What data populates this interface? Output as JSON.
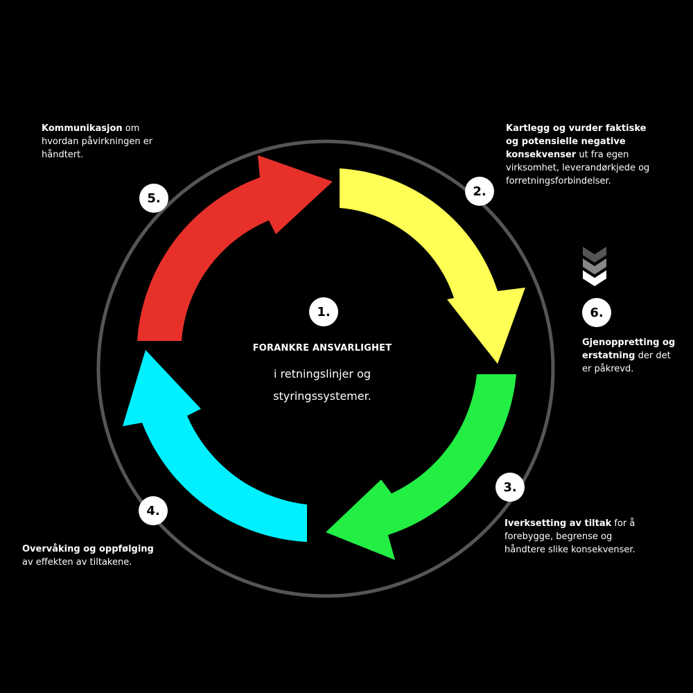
{
  "colors": {
    "background": "#000000",
    "ring": "#555555",
    "step2": "#ffff55",
    "step3": "#22ee44",
    "step4": "#00f0ff",
    "step5": "#e8302a",
    "badge": "#ffffff"
  },
  "center": {
    "number": "1.",
    "title": "FORANKRE ANSVARLIGHET",
    "sub_line1": "i retningslinjer og",
    "sub_line2": "styringssystemer."
  },
  "steps": {
    "s2": {
      "number": "2.",
      "bold": "Kartlegg og vurder faktiske og potensielle negative konsekvenser",
      "rest": " ut fra egen virksomhet, leverandørkjede og forretningsforbindelser."
    },
    "s3": {
      "number": "3.",
      "bold": "Iverksetting av tiltak",
      "rest": " for å forebygge, begrense og håndtere slike konsekvenser."
    },
    "s4": {
      "number": "4.",
      "bold": "Overvåking og oppfølging",
      "rest": " av effekten av tiltakene."
    },
    "s5": {
      "number": "5.",
      "bold": "Kommunikasjon",
      "rest": " om hvordan påvirkningen er håndtert."
    },
    "s6": {
      "number": "6.",
      "bold": "Gjenoppretting og erstatning",
      "rest": " der det er påkrevd."
    }
  },
  "icons": {
    "chevrons": "chevron-down-icon"
  }
}
